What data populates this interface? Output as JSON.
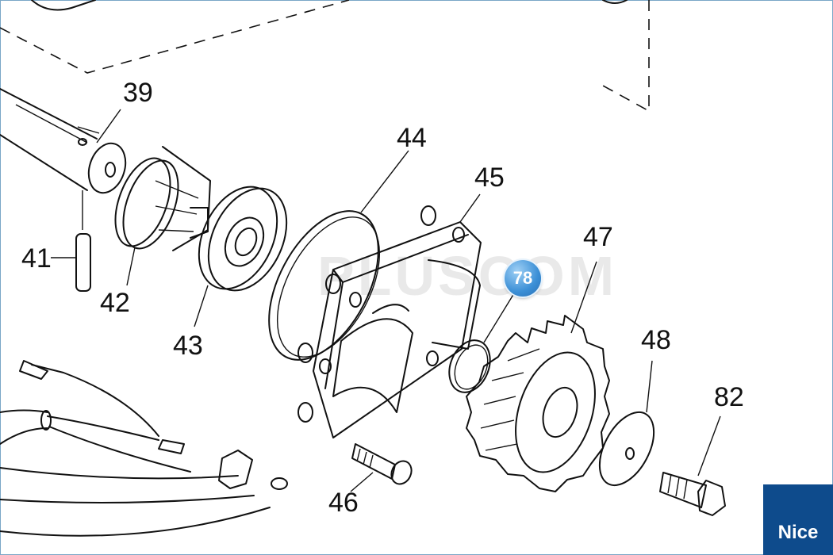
{
  "watermark": "PLUSCOM",
  "brand": "Nice",
  "highlight": "78",
  "parts": {
    "p39": "39",
    "p41": "41",
    "p42": "42",
    "p43": "43",
    "p44": "44",
    "p45": "45",
    "p46": "46",
    "p47": "47",
    "p48": "48",
    "p82": "82"
  },
  "colors": {
    "badge": "#3b8fd6",
    "brand_bg": "#0e4b8c",
    "frame": "#7aa7c7"
  }
}
